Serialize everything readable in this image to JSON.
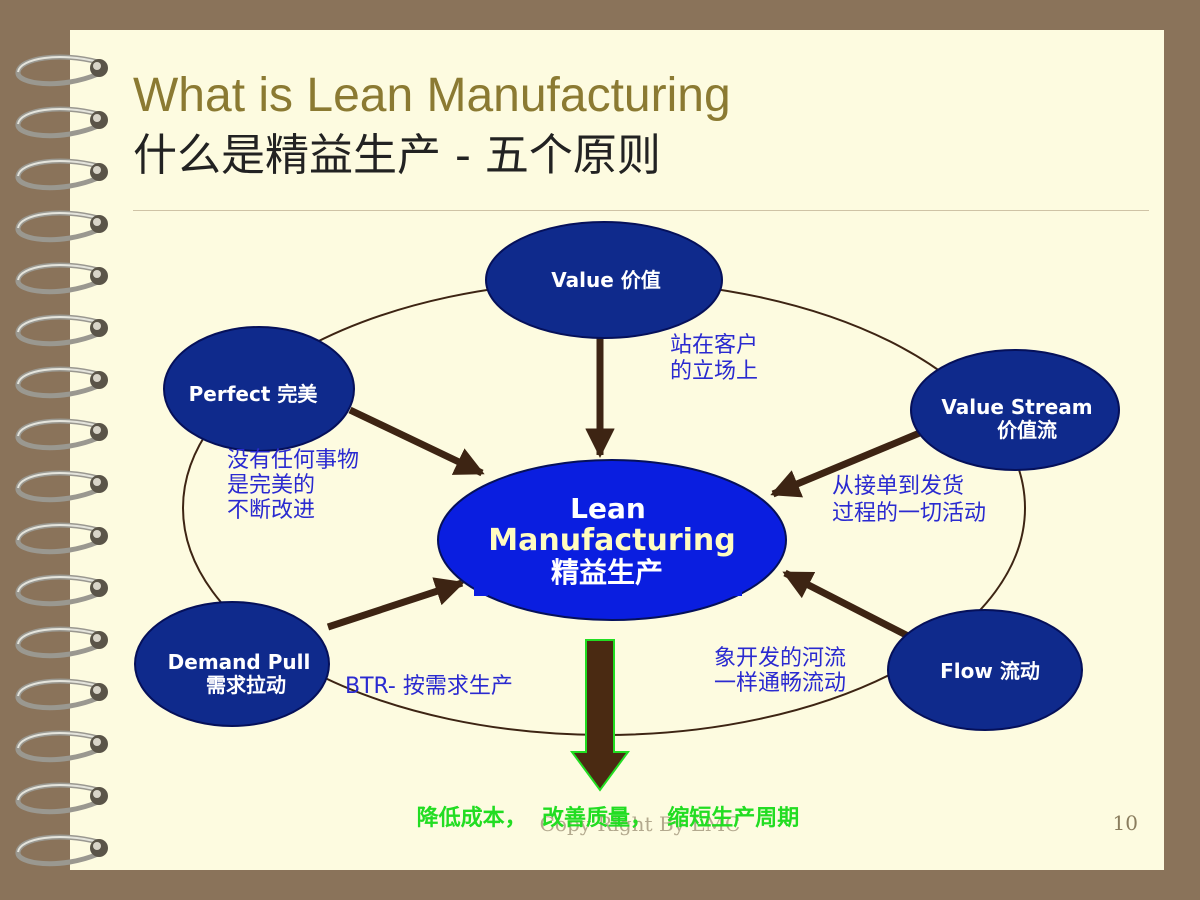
{
  "slide": {
    "title_en": "What is Lean Manufacturing",
    "title_zh": "什么是精益生产 - 五个原则",
    "page_number": "10",
    "footer": "Copy Right By LMC"
  },
  "diagram": {
    "center": {
      "line1": "Lean",
      "line2": "Manufacturing",
      "line3": "精益生产"
    },
    "nodes": {
      "value": {
        "line1": "Value  价值"
      },
      "value_stream": {
        "line1": "Value Stream",
        "line2": "价值流"
      },
      "flow": {
        "line1": "Flow   流动"
      },
      "demand_pull": {
        "line1": "Demand Pull",
        "line2": "需求拉动"
      },
      "perfect": {
        "line1": "Perfect   完美"
      }
    },
    "notes": {
      "value": [
        "站在客户",
        "的立场上"
      ],
      "value_stream": [
        "从接单到发货",
        "过程的一切活动"
      ],
      "flow": [
        "象开发的河流",
        "一样通畅流动"
      ],
      "demand_pull": "BTR- 按需求生产",
      "perfect": [
        "没有任何事物",
        "是完美的",
        "不断改进"
      ]
    },
    "result": "降低成本，  改善质量，  缩短生产周期",
    "colors": {
      "node_fill": "#0f2a8c",
      "center_fill": "#0a1ee0",
      "arrow": "#3d2413",
      "down_arrow": "#4a2a12",
      "down_arrow_outline": "#22dd22"
    }
  }
}
